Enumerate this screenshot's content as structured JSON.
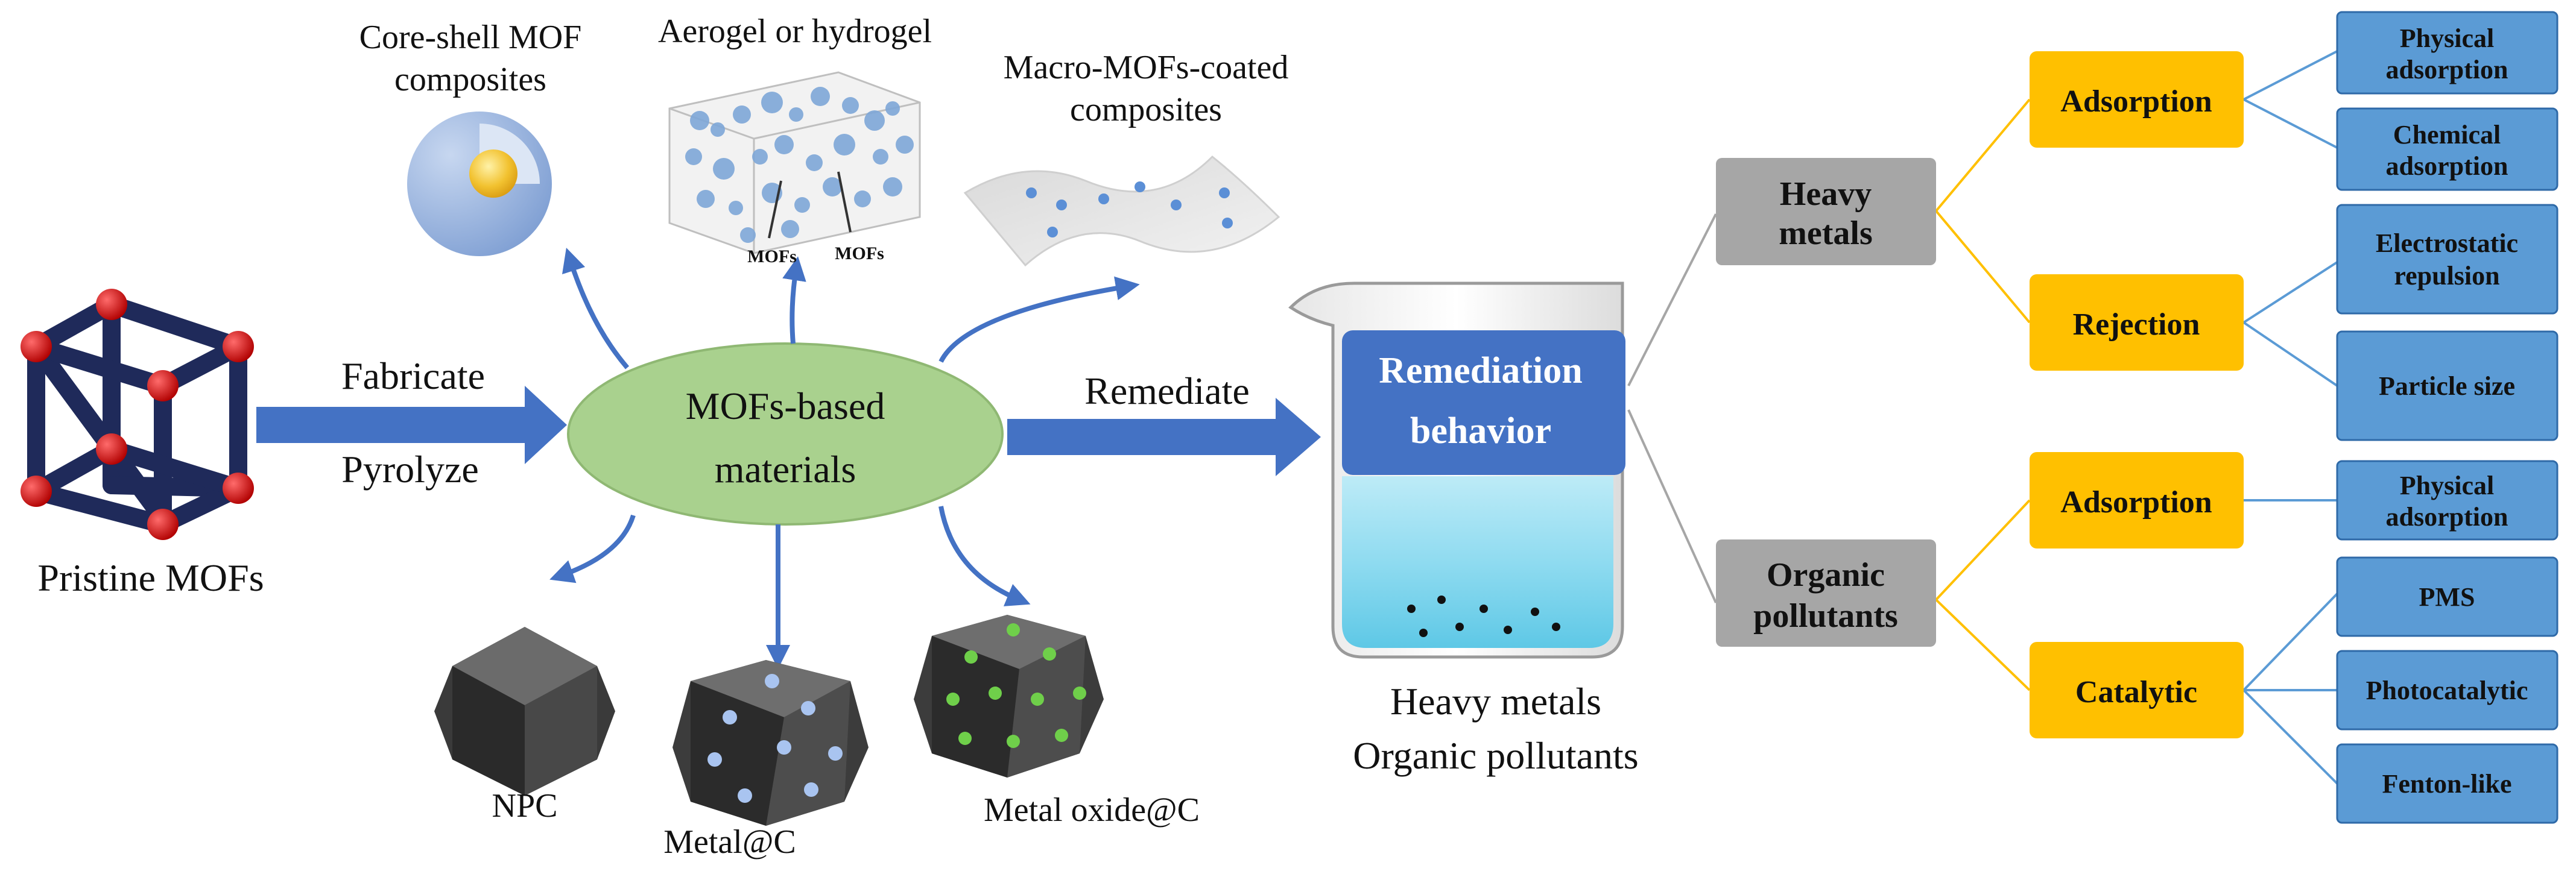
{
  "diagram": {
    "source": {
      "label": "Pristine MOFs"
    },
    "processes": {
      "fabricate": "Fabricate",
      "pyrolyze": "Pyrolyze",
      "remediate": "Remediate"
    },
    "center": {
      "line1": "MOFs-based",
      "line2": "materials"
    },
    "composites": {
      "core_shell": {
        "line1": "Core-shell MOF",
        "line2": "composites"
      },
      "gel": {
        "label": "Aerogel or hydrogel",
        "tag1": "MOFs",
        "tag2": "MOFs"
      },
      "macro": {
        "line1": "Macro-MOFs-coated",
        "line2": "composites"
      }
    },
    "derivatives": {
      "npc": "NPC",
      "metal_c": "Metal@C",
      "metal_oxide_c": "Metal oxide@C"
    },
    "beaker": {
      "title_line1": "Remediation",
      "title_line2": "behavior",
      "caption_line1": "Heavy metals",
      "caption_line2": "Organic pollutants"
    },
    "tree": {
      "heavy_metals": {
        "line1": "Heavy",
        "line2": "metals",
        "adsorption": {
          "label": "Adsorption",
          "physical": {
            "line1": "Physical",
            "line2": "adsorption"
          },
          "chemical": {
            "line1": "Chemical",
            "line2": "adsorption"
          }
        },
        "rejection": {
          "label": "Rejection",
          "electrostatic": {
            "line1": "Electrostatic",
            "line2": "repulsion"
          },
          "particle_size": "Particle size"
        }
      },
      "organic_pollutants": {
        "line1": "Organic",
        "line2": "pollutants",
        "adsorption": {
          "label": "Adsorption",
          "physical": {
            "line1": "Physical",
            "line2": "adsorption"
          }
        },
        "catalytic": {
          "label": "Catalytic",
          "pms": "PMS",
          "photocatalytic": "Photocatalytic",
          "fenton": "Fenton-like"
        }
      }
    },
    "colors": {
      "arrow_blue": "#4472c4",
      "ellipse_green": "#a9d18e",
      "gray_box": "#a6a6a6",
      "gold_box": "#ffc000",
      "leaf_blue": "#5b9bd5",
      "title_blue": "#4472c4",
      "water": "#5ec8e6"
    }
  }
}
